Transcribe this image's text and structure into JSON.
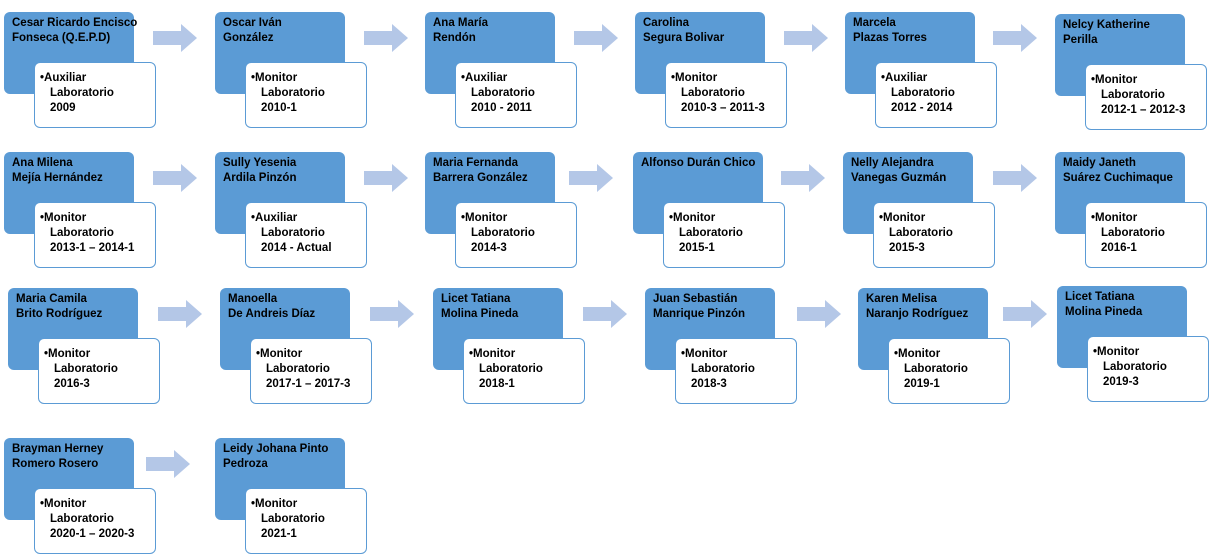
{
  "nodes": [
    {
      "name": [
        "Cesar Ricardo Encisco",
        "Fonseca (Q.E.P.D)"
      ],
      "role": "Auxiliar",
      "dept": "Laboratorio",
      "period": "2009"
    },
    {
      "name": [
        "Oscar Iván",
        "González"
      ],
      "role": "Monitor",
      "dept": "Laboratorio",
      "period": "2010-1"
    },
    {
      "name": [
        "Ana María",
        "Rendón"
      ],
      "role": "Auxiliar",
      "dept": "Laboratorio",
      "period": "2010 - 2011"
    },
    {
      "name": [
        "Carolina",
        "Segura Bolivar"
      ],
      "role": "Monitor",
      "dept": "Laboratorio",
      "period": "2010-3 – 2011-3"
    },
    {
      "name": [
        "Marcela",
        "Plazas Torres"
      ],
      "role": "Auxiliar",
      "dept": "Laboratorio",
      "period": "2012 - 2014"
    },
    {
      "name": [
        "Nelcy Katherine",
        "Perilla"
      ],
      "role": "Monitor",
      "dept": "Laboratorio",
      "period": "2012-1 – 2012-3"
    },
    {
      "name": [
        "Ana Milena",
        "Mejía Hernández"
      ],
      "role": "Monitor",
      "dept": "Laboratorio",
      "period": "2013-1 – 2014-1"
    },
    {
      "name": [
        "Sully Yesenia",
        "Ardila Pinzón"
      ],
      "role": "Auxiliar",
      "dept": "Laboratorio",
      "period": "2014 - Actual"
    },
    {
      "name": [
        "Maria Fernanda",
        "Barrera González"
      ],
      "role": "Monitor",
      "dept": "Laboratorio",
      "period": "2014-3"
    },
    {
      "name": [
        "Alfonso Durán Chico"
      ],
      "role": "Monitor",
      "dept": "Laboratorio",
      "period": "2015-1"
    },
    {
      "name": [
        "Nelly Alejandra",
        "Vanegas Guzmán"
      ],
      "role": "Monitor",
      "dept": "Laboratorio",
      "period": "2015-3"
    },
    {
      "name": [
        "Maidy Janeth",
        "Suárez Cuchimaque"
      ],
      "role": "Monitor",
      "dept": "Laboratorio",
      "period": "2016-1"
    },
    {
      "name": [
        "Maria Camila",
        "Brito Rodríguez"
      ],
      "role": "Monitor",
      "dept": "Laboratorio",
      "period": "2016-3"
    },
    {
      "name": [
        "Manoella",
        "De Andreis Díaz"
      ],
      "role": "Monitor",
      "dept": "Laboratorio",
      "period": "2017-1 – 2017-3"
    },
    {
      "name": [
        "Licet Tatiana",
        "Molina Pineda"
      ],
      "role": "Monitor",
      "dept": "Laboratorio",
      "period": "2018-1"
    },
    {
      "name": [
        "Juan Sebastián",
        "Manrique Pinzón"
      ],
      "role": "Monitor",
      "dept": "Laboratorio",
      "period": "2018-3"
    },
    {
      "name": [
        "Karen Melisa",
        "Naranjo Rodríguez"
      ],
      "role": "Monitor",
      "dept": "Laboratorio",
      "period": "2019-1"
    },
    {
      "name": [
        "Licet Tatiana",
        "Molina Pineda"
      ],
      "role": "Monitor",
      "dept": "Laboratorio",
      "period": "2019-3"
    },
    {
      "name": [
        "Brayman Herney",
        "Romero Rosero"
      ],
      "role": "Monitor",
      "dept": "Laboratorio",
      "period": "2020-1 – 2020-3"
    },
    {
      "name": [
        "Leidy Johana Pinto",
        "Pedroza"
      ],
      "role": "Monitor",
      "dept": "Laboratorio",
      "period": "2021-1"
    }
  ],
  "colors": {
    "name_fill": "#5b9bd5",
    "role_border": "#5b9bd5",
    "arrow": "#b4c7e7"
  },
  "bullet": "•"
}
